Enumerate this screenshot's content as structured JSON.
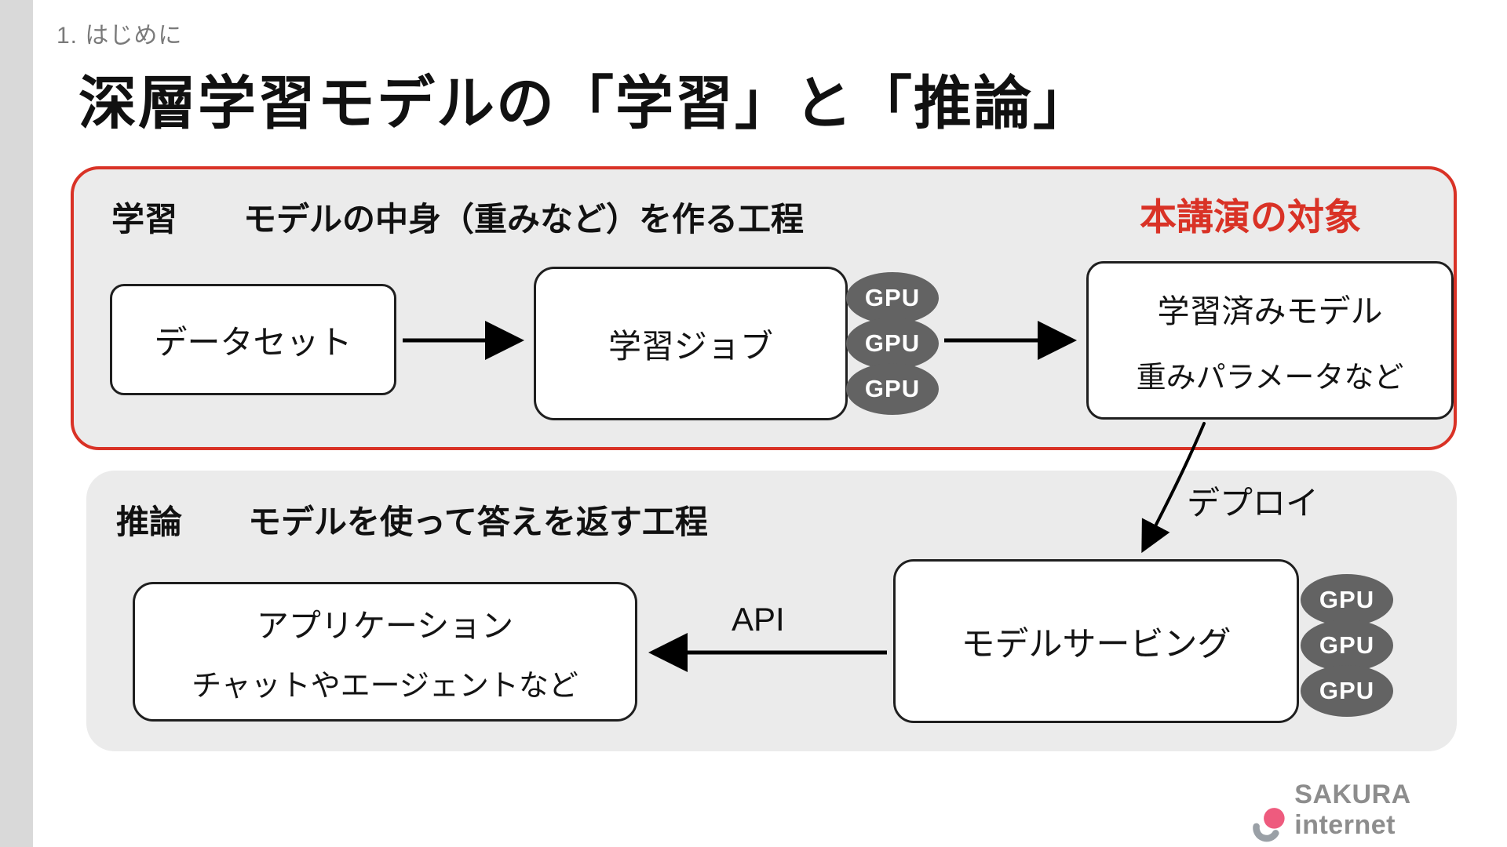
{
  "slide": {
    "section_label": "1. はじめに",
    "title": "深層学習モデルの「学習」と「推論」",
    "training": {
      "heading": "学習　　モデルの中身（重みなど）を作る工程",
      "highlight": "本講演の対象",
      "dataset_box": "データセット",
      "job_box": "学習ジョブ",
      "model_box_line1": "学習済みモデル",
      "model_box_line2": "重みパラメータなど",
      "gpu_labels": [
        "GPU",
        "GPU",
        "GPU"
      ]
    },
    "deploy_label": "デプロイ",
    "inference": {
      "heading": "推論　　モデルを使って答えを返す工程",
      "app_box_line1": "アプリケーション",
      "app_box_line2": "チャットやエージェントなど",
      "api_label": "API",
      "serving_box": "モデルサービング",
      "gpu_labels": [
        "GPU",
        "GPU",
        "GPU"
      ]
    },
    "logo_text": "SAKURA internet",
    "colors": {
      "accent_red": "#d93226",
      "panel_gray": "#ebebeb",
      "gpu_gray": "#636363",
      "logo_pink": "#ee5b7e",
      "logo_gray": "#9aa0a6",
      "strip_gray": "#d9d9d9"
    }
  }
}
